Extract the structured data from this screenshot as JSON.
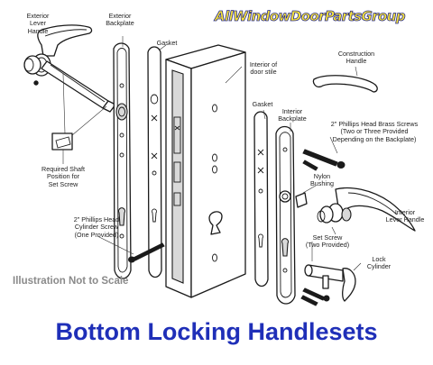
{
  "brand": {
    "text": "AllWindowDoorPartsGroup"
  },
  "title": "Bottom Locking Handlesets",
  "note": "Illustration Not to Scale",
  "labels": {
    "exterior_lever_handle": "Exterior\nLever\nHandle",
    "exterior_backplate": "Exterior\nBackplate",
    "gasket_left": "Gasket",
    "interior_door_stile": "Interior of\ndoor stile",
    "construction_handle": "Construction\nHandle",
    "gasket_right": "Gasket",
    "interior_backplate": "Interior\nBackplate",
    "brass_screws": "2\" Phillips Head Brass Screws\n(Two or Three Provided\nDepending on the Backplate)",
    "nylon_bushing": "Nylon\nBushing",
    "required_shaft": "Required Shaft\nPosition for\nSet Screw",
    "interior_lever_handle": "Interior\nLever Handle",
    "cylinder_screw": "2\" Phillips Head\nCylinder Screw\n(One Provided)",
    "set_screw": "Set Screw\n(Two Provided)",
    "lock_cylinder": "Lock\nCylinder"
  }
}
